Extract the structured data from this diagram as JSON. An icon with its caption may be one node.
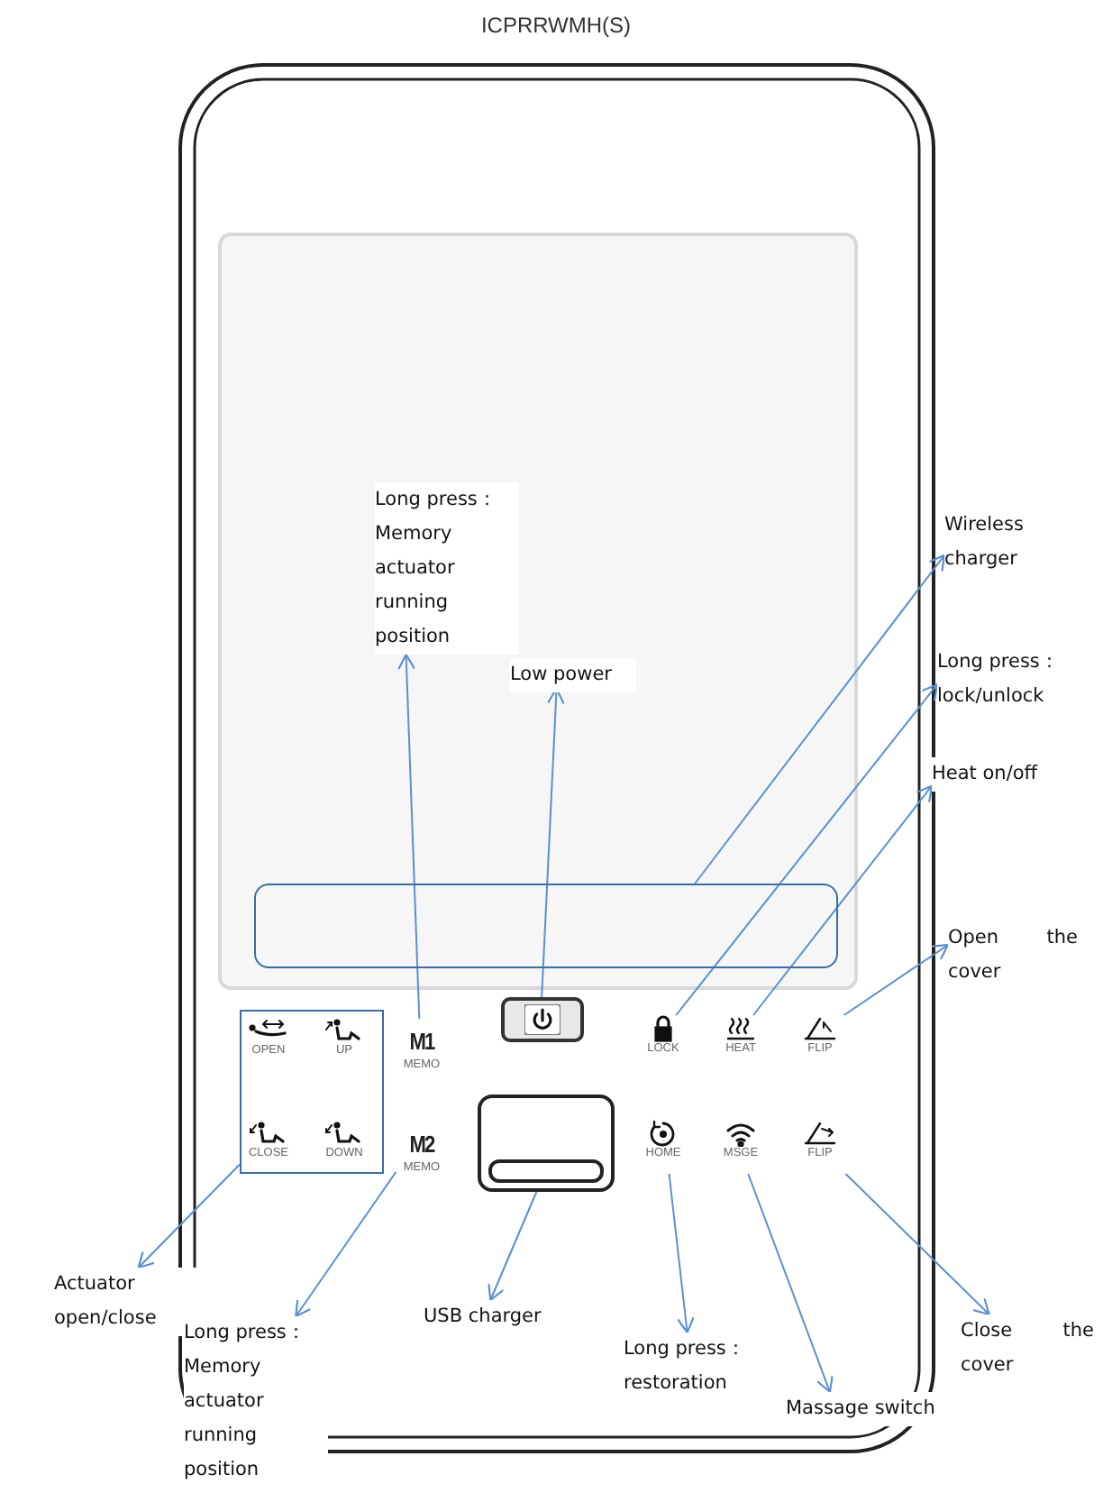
{
  "diagram": {
    "title": "ICPRRWMH(S)",
    "nodes": [
      {
        "text": [
          "Long press： Memory actuator running position"
        ]
      },
      {
        "text": [
          "Low power"
        ]
      },
      {
        "text": [
          "Wireless charger"
        ]
      },
      {
        "text": [
          "Long press： lock/unlock"
        ]
      },
      {
        "text": [
          "Heat on/off"
        ]
      },
      {
        "text": [
          "Open the cover"
        ]
      },
      {
        "text": [
          "Actuator open/close"
        ]
      },
      {
        "text": [
          "Long press： Memory actuator running position"
        ]
      },
      {
        "text": [
          "USB charger"
        ]
      },
      {
        "text": [
          "Long press： restoration"
        ]
      },
      {
        "text": [
          "Massage switch"
        ]
      },
      {
        "text": [
          "Close the cover"
        ]
      },
      {
        "text": [],
        "shape": "box"
      },
      {
        "text": [
          "OPEN"
        ],
        "in": 12
      },
      {
        "text": [
          "UP"
        ],
        "in": 12
      },
      {
        "text": [
          "CLOSE"
        ],
        "in": 12
      },
      {
        "text": [
          "DOWN"
        ],
        "in": 12
      },
      {
        "text": [
          "M1",
          "MEMO"
        ]
      },
      {
        "text": [],
        "shape": "box"
      },
      {
        "text": [
          "LOCK"
        ]
      },
      {
        "text": [
          "HEAT"
        ]
      },
      {
        "text": [
          "FLIP"
        ]
      },
      {
        "text": [
          "M2",
          "MEMO"
        ]
      },
      {
        "text": [],
        "shape": "box"
      },
      {
        "text": [
          "HOME"
        ]
      },
      {
        "text": [
          "MSGE"
        ]
      },
      {
        "text": [
          "FLIP"
        ]
      },
      {
        "text": [],
        "shape": "bar"
      }
    ],
    "edges": [
      {
        "from": 17,
        "to": 0,
        "arrow": "to"
      },
      {
        "from": 18,
        "to": 1,
        "arrow": "to"
      },
      {
        "from": 27,
        "to": 2,
        "arrow": "to"
      },
      {
        "from": 19,
        "to": 3,
        "arrow": "to"
      },
      {
        "from": 20,
        "to": 4,
        "arrow": "to"
      },
      {
        "from": 21,
        "to": 5,
        "arrow": "to"
      },
      {
        "from": 12,
        "to": 6,
        "arrow": "to"
      },
      {
        "from": 22,
        "to": 7,
        "arrow": "to"
      },
      {
        "from": 23,
        "to": 8,
        "arrow": "to"
      },
      {
        "from": 24,
        "to": 9,
        "arrow": "to"
      },
      {
        "from": 25,
        "to": 10,
        "arrow": "to"
      },
      {
        "from": 26,
        "to": 11,
        "arrow": "to"
      }
    ]
  }
}
